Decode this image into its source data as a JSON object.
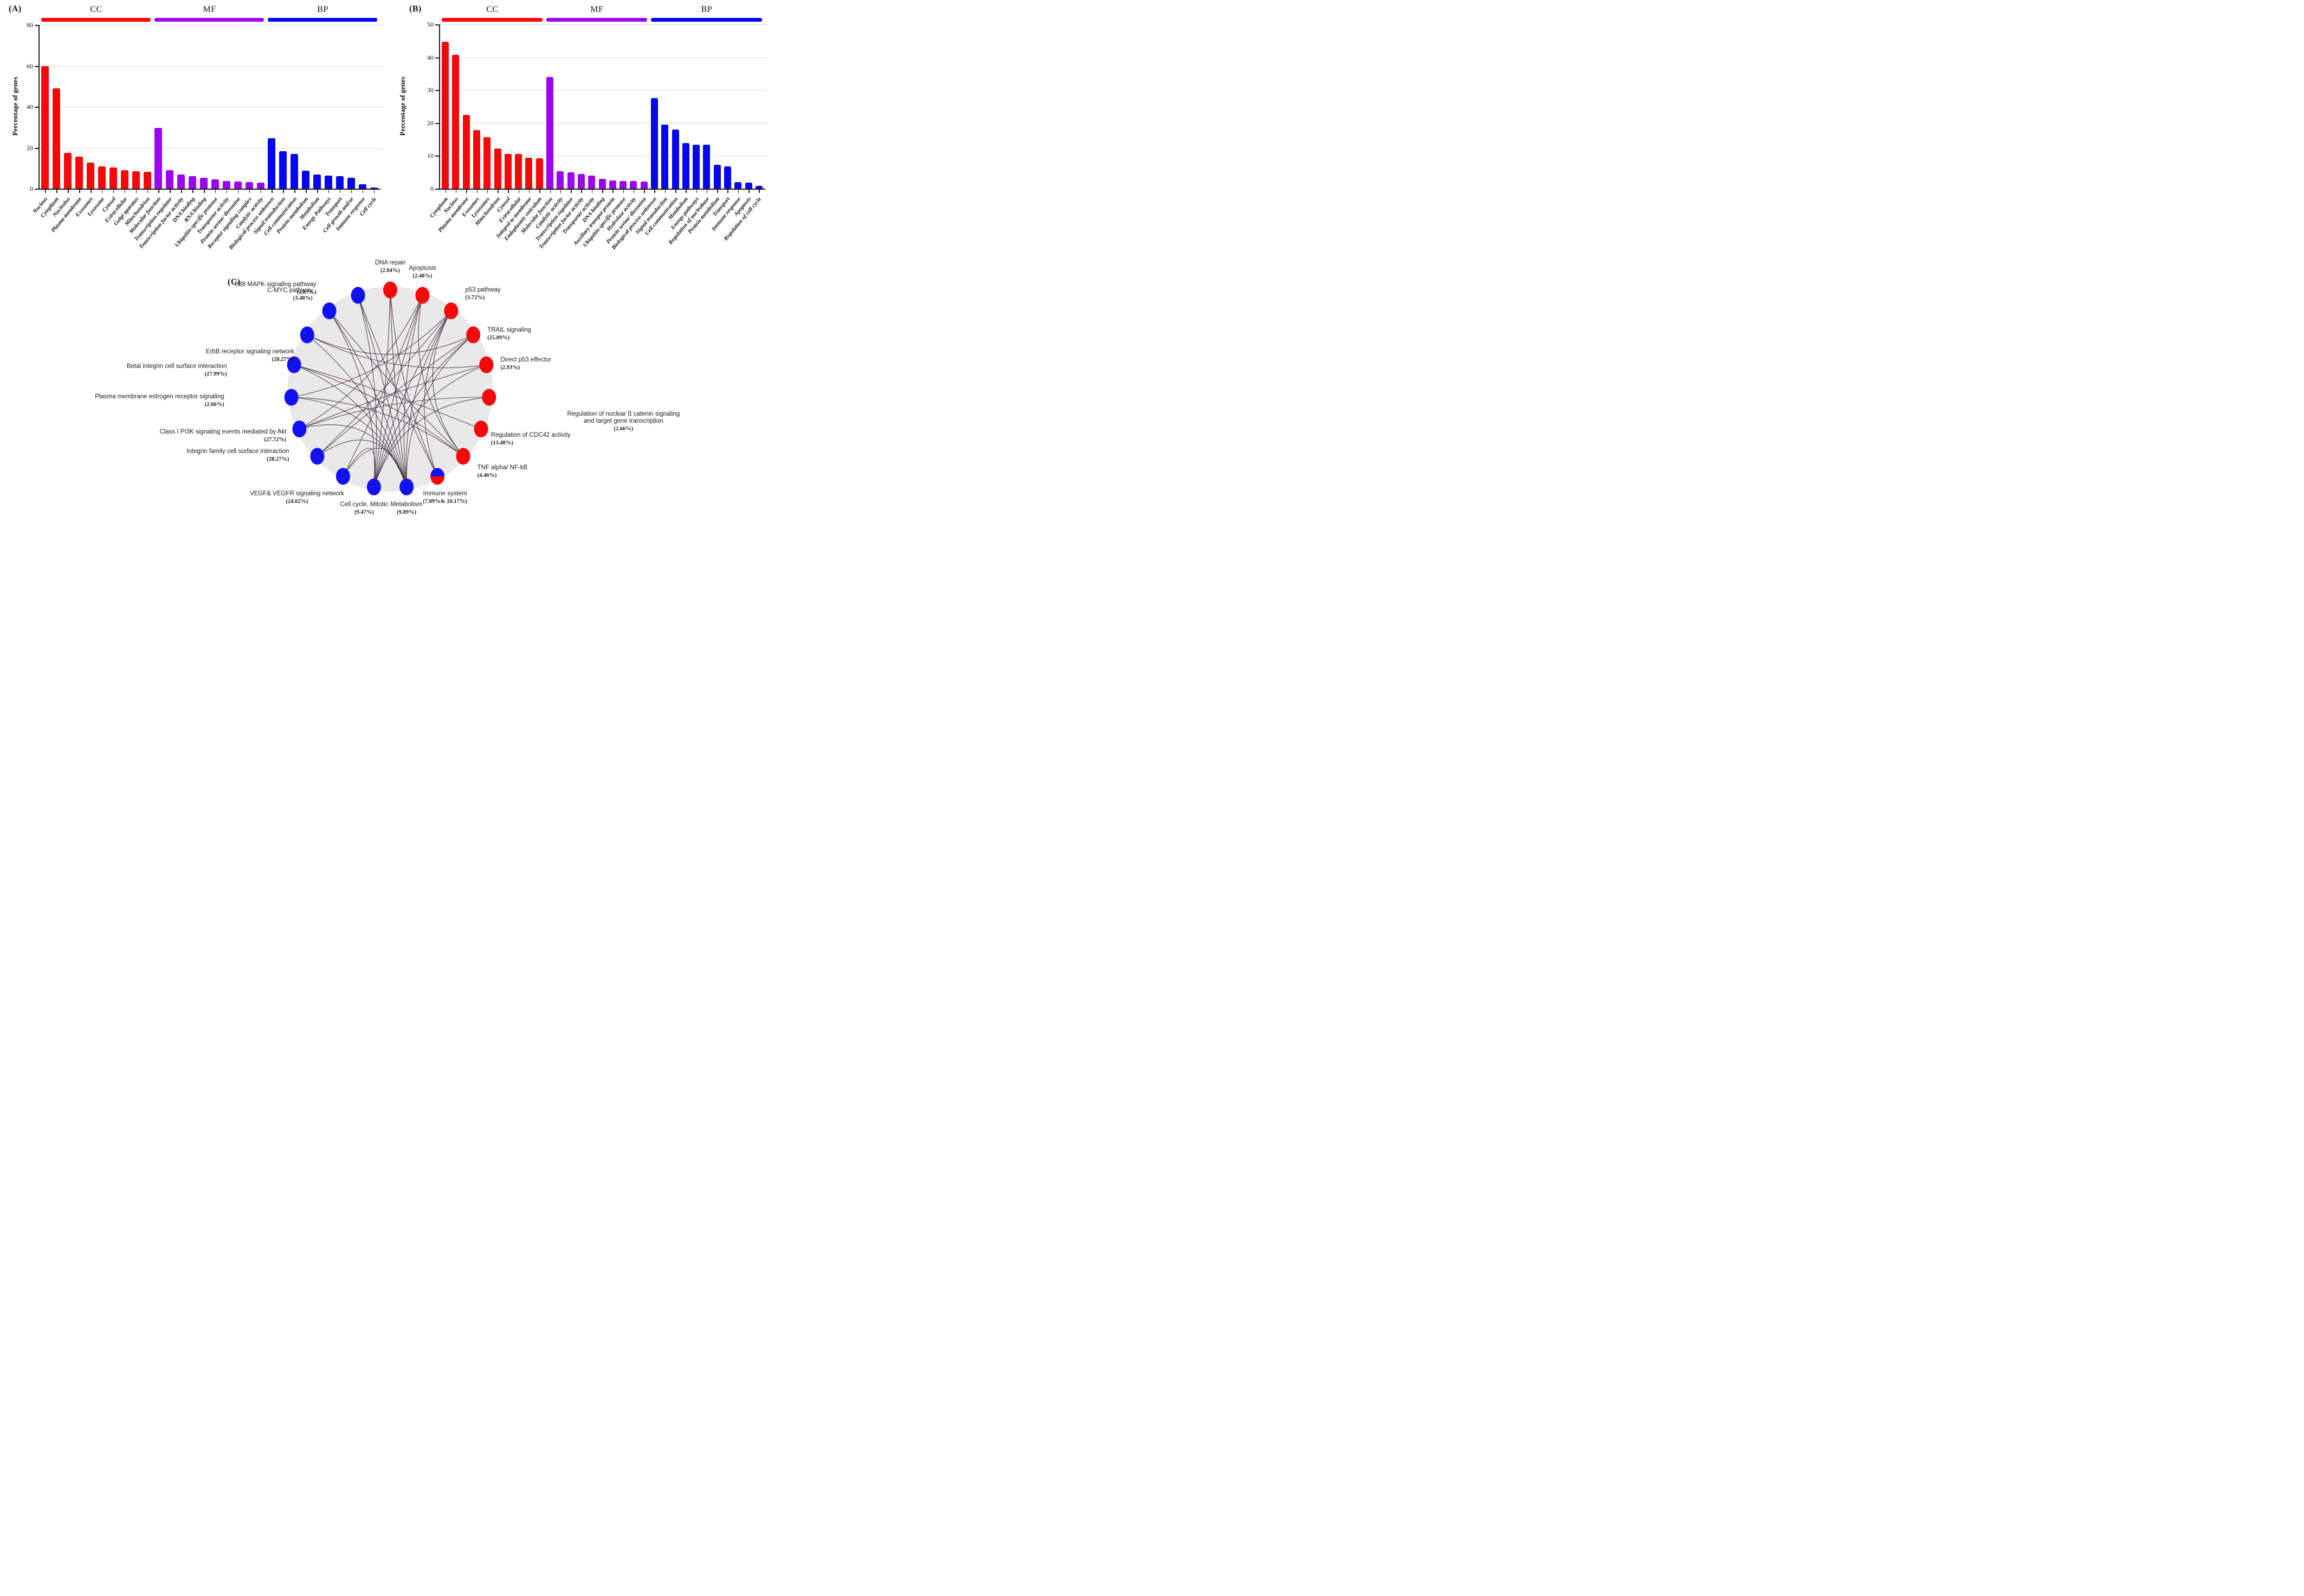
{
  "panels": {
    "a": {
      "panel_label": "(A)"
    },
    "b": {
      "panel_label": "(B)"
    },
    "c": {
      "panel_label": "(C)"
    }
  },
  "style_colors": {
    "red": "#f70808",
    "purple": "#9c04ee",
    "blue": "#0505f0",
    "node_red": "#f50808",
    "node_blue": "#1212ee",
    "grid": "#d9d9d9",
    "axis": "#1a1a1a",
    "edge": "#3c2a38",
    "circle_fill": "#e9e9e9"
  },
  "chart_data": [
    {
      "id": "A",
      "type": "bar",
      "title": "",
      "xlabel": "",
      "ylabel": "Percentage of genes",
      "ymax": 80,
      "yticks": [
        0,
        20,
        40,
        60,
        80
      ],
      "grid": true,
      "groups": [
        {
          "name": "CC",
          "color": "#f70808",
          "categories": [
            "Nucleus",
            "Cytoplasm",
            "Nucleolus",
            "Plasma membrane",
            "Exosomes",
            "Lysosome",
            "Cytosol",
            "Extracellular",
            "Golgi aparatus",
            "Mitochondrion"
          ],
          "values": [
            60,
            49,
            17.5,
            15.5,
            12.7,
            10.8,
            10.2,
            9.0,
            8.5,
            8.1
          ]
        },
        {
          "name": "MF",
          "color": "#9c04ee",
          "categories": [
            "Molecular function",
            "Transcription regulator",
            "Transcription factor activity",
            "DNA binding",
            "RNA binding",
            "Ubiquitin-specific protease",
            "Transporter activity",
            "Protein serine/ threonine",
            "Receptor signaling complex",
            "Catalytic activity"
          ],
          "values": [
            29.7,
            9.0,
            7.0,
            6.0,
            5.3,
            4.5,
            3.8,
            3.4,
            3.2,
            2.9
          ]
        },
        {
          "name": "BP",
          "color": "#0505f0",
          "categories": [
            "Biological process unknown",
            "Signal transduction",
            "Cell communication",
            "Protein metabolism",
            "Metabolism",
            "Energy Pathways",
            "Transport",
            "Cell growth and/or",
            "Immune response",
            "Cell cycle"
          ],
          "values": [
            24.6,
            18.2,
            17.0,
            8.8,
            6.9,
            6.4,
            6.1,
            5.2,
            2.0,
            0.6
          ]
        }
      ]
    },
    {
      "id": "B",
      "type": "bar",
      "title": "",
      "xlabel": "",
      "ylabel": "Percentage of genes",
      "ymax": 50,
      "yticks": [
        0,
        10,
        20,
        30,
        40,
        50
      ],
      "grid": true,
      "groups": [
        {
          "name": "CC",
          "color": "#f70808",
          "categories": [
            "Cytoplasm",
            "Nucleus",
            "Plasma membrane",
            "Exosomes",
            "Lysosomes",
            "Mitochondrion",
            "Cytosol",
            "Extracellular",
            "Integral to membrane",
            "Endoplasmic reticulum"
          ],
          "values": [
            44.7,
            40.7,
            22.5,
            17.8,
            15.6,
            12.2,
            10.5,
            10.5,
            9.4,
            9.2
          ]
        },
        {
          "name": "MF",
          "color": "#9c04ee",
          "categories": [
            "Molecular function",
            "Catalytic activity",
            "Transcription regulator",
            "Transcription factor activity",
            "Transporter activity",
            "DNA binding",
            "Auxiliary transpot protein",
            "Ubiquitin-specific protease",
            "Hydrolase activity",
            "Protein serine/ threonine"
          ],
          "values": [
            34.0,
            5.3,
            4.9,
            4.4,
            3.9,
            2.9,
            2.4,
            2.3,
            2.3,
            2.2
          ]
        },
        {
          "name": "BP",
          "color": "#0505f0",
          "categories": [
            "Biological process unknown",
            "Signal transduction",
            "Cell communication",
            "Metabolism",
            "Energy pathways",
            "Regulation of nucleobase",
            "Protein metabolism",
            "Transport",
            "Immune response",
            "Apoptosis",
            "Regulation of cell cycle"
          ],
          "values": [
            27.5,
            19.5,
            18.0,
            13.8,
            13.4,
            13.4,
            7.2,
            6.8,
            1.9,
            1.8,
            0.8
          ]
        }
      ]
    },
    {
      "id": "C",
      "type": "network",
      "layout": "circular",
      "nodes": [
        {
          "label": "DNA repair",
          "pct": "(2.04%)",
          "color": "red"
        },
        {
          "label": "Apoptosis",
          "pct": "(2.48%)",
          "color": "red"
        },
        {
          "label": "p53 pathway",
          "pct": "(3.72%)",
          "color": "red"
        },
        {
          "label": "TRAIL signaling",
          "pct": "(25.09%)",
          "color": "red"
        },
        {
          "label": "Direct p53 effector",
          "pct": "(2.93%)",
          "color": "red"
        },
        {
          "label": "Regulation of nuclear ß catenin signaling\nand target gene transcription",
          "pct": "(2.66%)",
          "color": "red"
        },
        {
          "label": "Regulation of CDC42 activity",
          "pct": "(13.48%)",
          "color": "red"
        },
        {
          "label": "TNF alpha/ NF-kB",
          "pct": "(4.46%)",
          "color": "red"
        },
        {
          "label": "Immune system",
          "pct": "(7.09%& 10.17%)",
          "color": "half"
        },
        {
          "label": "Metabolism",
          "pct": "(9.89%)",
          "color": "blue"
        },
        {
          "label": "Cell cycle, Mitotic",
          "pct": "(9.47%)",
          "color": "blue"
        },
        {
          "label": "VEGF& VEGFR signaling network",
          "pct": "(24.02%)",
          "color": "blue"
        },
        {
          "label": "Integrin family cell surface interaction",
          "pct": "(28.27%)",
          "color": "blue"
        },
        {
          "label": "Class I PI3K signaling events mediated by Akt",
          "pct": "(27.72%)",
          "color": "blue"
        },
        {
          "label": "Plasma membrane estrogen receptor signaling",
          "pct": "(2.66%)",
          "color": "blue"
        },
        {
          "label": "Betal integrin cell surface interaction",
          "pct": "(27.99%)",
          "color": "blue"
        },
        {
          "label": "ErbB receptor signaling network",
          "pct": "(28.27%)",
          "color": "blue"
        },
        {
          "label": "P38 MAPK signaling pathway",
          "pct": "(4.87%)",
          "color": "blue"
        },
        {
          "label": "C-MYC pathway",
          "pct": "(3.48%)",
          "color": "blue"
        }
      ],
      "edges": [
        [
          0,
          10
        ],
        [
          0,
          9
        ],
        [
          0,
          8
        ],
        [
          18,
          10
        ],
        [
          18,
          9
        ],
        [
          18,
          8
        ],
        [
          17,
          10
        ],
        [
          17,
          9
        ],
        [
          17,
          7
        ],
        [
          16,
          3
        ],
        [
          16,
          4
        ],
        [
          16,
          9
        ],
        [
          15,
          6
        ],
        [
          15,
          7
        ],
        [
          15,
          9
        ],
        [
          14,
          7
        ],
        [
          14,
          2
        ],
        [
          14,
          9
        ],
        [
          13,
          4
        ],
        [
          13,
          5
        ],
        [
          13,
          1
        ],
        [
          13,
          9
        ],
        [
          12,
          3
        ],
        [
          12,
          2
        ],
        [
          12,
          9
        ],
        [
          11,
          1
        ],
        [
          11,
          9
        ],
        [
          11,
          10
        ],
        [
          1,
          10
        ],
        [
          1,
          9
        ],
        [
          1,
          7
        ],
        [
          2,
          10
        ],
        [
          2,
          9
        ],
        [
          2,
          7
        ],
        [
          2,
          8
        ],
        [
          3,
          10
        ],
        [
          3,
          9
        ],
        [
          5,
          10
        ],
        [
          4,
          10
        ]
      ]
    }
  ]
}
